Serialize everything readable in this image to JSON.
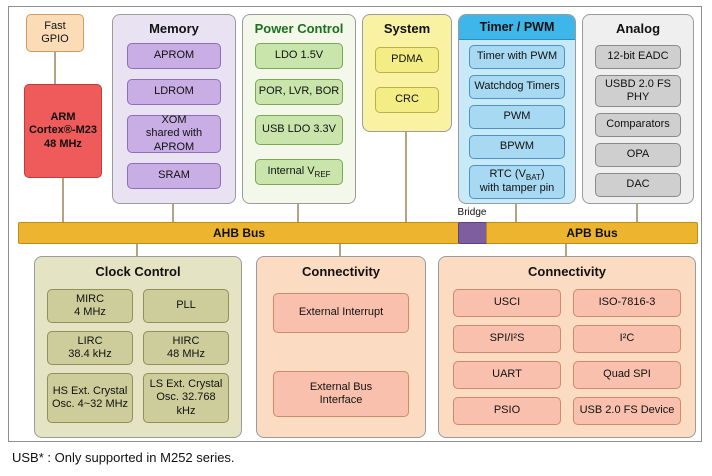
{
  "palette": {
    "arm_red": "#ef5a5a",
    "memory_purple": "#c8aee4",
    "power_green": "#c9e5ac",
    "system_yellow": "#f4ec84",
    "timer_blue": "#a8d9f3",
    "timer_header_blue": "#3fb6e9",
    "analog_gray": "#cfcfcf",
    "bus_gold": "#edb52f",
    "bridge_purple": "#7d5fa0",
    "clock_olive": "#cdcd9b",
    "connectivity_salmon": "#f9c0ae",
    "fast_gpio_peach": "#fbdcb7"
  },
  "cpu": {
    "fast_gpio": "Fast\nGPIO",
    "arm": "ARM\nCortex®-M23\n48 MHz"
  },
  "buses": {
    "ahb": "AHB Bus",
    "apb": "APB Bus",
    "bridge": "Bridge"
  },
  "groups": {
    "memory": {
      "title": "Memory",
      "items": [
        "APROM",
        "LDROM",
        "XOM\nshared with APROM",
        "SRAM"
      ]
    },
    "power": {
      "title": "Power Control",
      "items": [
        "LDO 1.5V",
        "POR, LVR, BOR",
        "USB LDO 3.3V"
      ],
      "vref": {
        "pre": "Internal V",
        "sub": "REF"
      }
    },
    "system": {
      "title": "System",
      "items": [
        "PDMA",
        "CRC"
      ]
    },
    "timer": {
      "title": "Timer / PWM",
      "items": [
        "Timer with PWM",
        "Watchdog Timers",
        "PWM",
        "BPWM"
      ],
      "rtc": {
        "pre": "RTC (V",
        "sub": "BAT",
        "post": ")\nwith tamper pin"
      }
    },
    "analog": {
      "title": "Analog",
      "items": [
        "12-bit EADC",
        "USBD 2.0 FS\nPHY",
        "Comparators",
        "OPA",
        "DAC"
      ]
    },
    "clock": {
      "title": "Clock Control",
      "items": [
        "MIRC\n4 MHz",
        "PLL",
        "LIRC\n38.4 kHz",
        "HIRC\n48 MHz",
        "HS Ext. Crystal\nOsc. 4~32 MHz",
        "LS Ext. Crystal\nOsc. 32.768\nkHz"
      ]
    },
    "conn_left": {
      "title": "Connectivity",
      "items": [
        "External Interrupt",
        "External Bus\nInterface"
      ]
    },
    "conn_right": {
      "title": "Connectivity",
      "items": [
        "USCI",
        "ISO-7816-3",
        "SPI/I²S",
        "I²C",
        "UART",
        "Quad SPI",
        "PSIO",
        "USB 2.0 FS Device"
      ]
    }
  },
  "caption": "USB* : Only supported in M252 series."
}
